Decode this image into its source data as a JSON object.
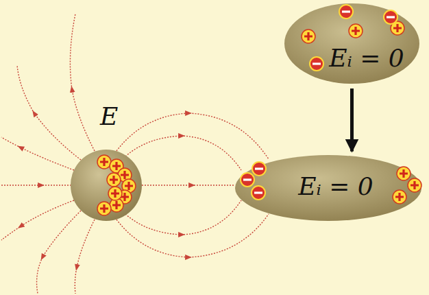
{
  "diagram": {
    "nodes": [
      {
        "text": [
          "Eᵢ = 0"
        ]
      },
      {
        "text": [
          "Eᵢ = 0"
        ]
      }
    ],
    "edges": [
      {
        "from": 0,
        "to": 1,
        "arrow": "to"
      }
    ],
    "labels": [
      "E"
    ]
  }
}
